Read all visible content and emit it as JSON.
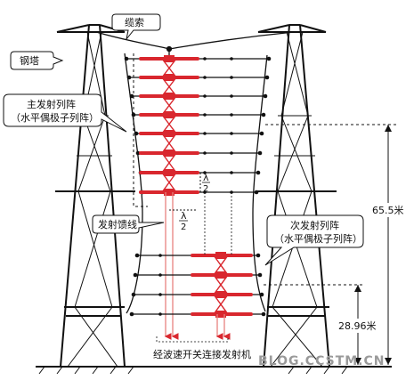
{
  "labels": {
    "cable": "缆索",
    "tower": "钢塔",
    "main_array_line1": "主发射列阵",
    "main_array_line2": "（水平偶极子列阵）",
    "feeder": "发射馈线",
    "sub_array_line1": "次发射列阵",
    "sub_array_line2": "（水平偶极子列阵）",
    "lambda": "λ",
    "two": "2",
    "height_total": "65.5米",
    "height_sub": "28.96米",
    "bottom_caption": "经波速开关连接发射机",
    "watermark": "BLOG.CCSTM.CN"
  },
  "colors": {
    "line": "#111111",
    "dipole": "#d9272e",
    "feeder": "#e8837f",
    "watermark": "#9a9a9a"
  },
  "arrays": {
    "main_rows": 8,
    "sub_rows": 4
  }
}
